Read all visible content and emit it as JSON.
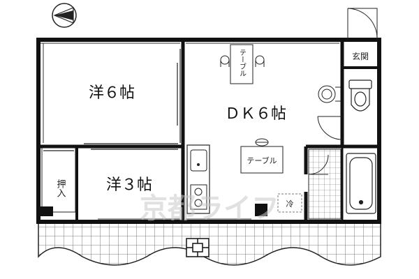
{
  "rooms": {
    "western_6": "洋６帖",
    "western_3": "洋３帖",
    "dk_6": "ＤＫ６帖",
    "closet": "押入",
    "entrance": "玄関",
    "fridge": "冷"
  },
  "furniture": {
    "table_top": "テーブル",
    "table_center": "テーブル"
  },
  "watermark": "京都ライフ",
  "colors": {
    "wall": "#111111",
    "line": "#333333",
    "tile": "#666666",
    "watermark": "#c9c9c9"
  },
  "icons": [
    "compass-icon",
    "toilet-icon",
    "bathtub-icon",
    "sink-icon",
    "stove-icon",
    "washbasin-icon",
    "chair-icon",
    "ac-unit-icon"
  ]
}
